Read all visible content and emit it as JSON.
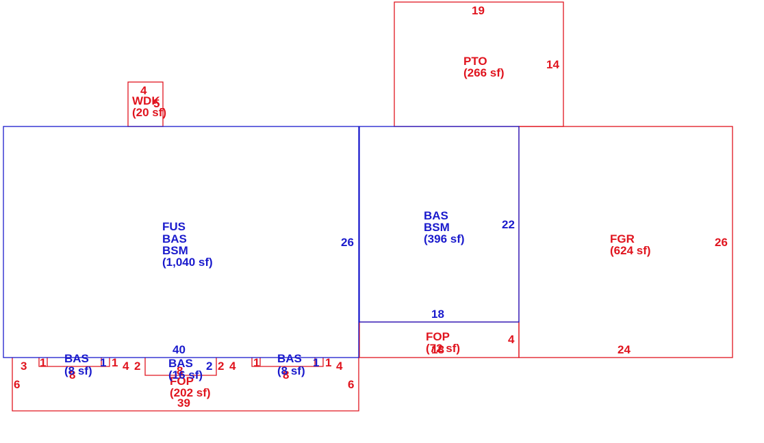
{
  "colors": {
    "exterior": "#e0141e",
    "living": "#1a1acc"
  },
  "areas": {
    "pto": {
      "code": "PTO",
      "sf": "(266 sf)"
    },
    "wdk": {
      "code": "WDK",
      "sf": "(20 sf)"
    },
    "main": {
      "codes": [
        "FUS",
        "BAS",
        "BSM"
      ],
      "sf": "(1,040 sf)"
    },
    "mid": {
      "codes": [
        "BAS",
        "BSM"
      ],
      "sf": "(396 sf)"
    },
    "fgr": {
      "code": "FGR",
      "sf": "(624 sf)"
    },
    "fop_mid": {
      "code": "FOP",
      "sf": "(72 sf)"
    },
    "fop_bottom": {
      "code": "FOP",
      "sf": "(202 sf)"
    },
    "bas_left": {
      "code": "BAS",
      "sf": "(8 sf)"
    },
    "bas_center": {
      "code": "BAS",
      "sf": "(16 sf)"
    },
    "bas_right": {
      "code": "BAS",
      "sf": "(8 sf)"
    }
  },
  "dimensions": {
    "pto_top": "19",
    "pto_right": "14",
    "wdk_top": "4",
    "wdk_side": "5",
    "main_right": "26",
    "main_bottom": "40",
    "mid_right": "22",
    "mid_bottom": "18",
    "fop_mid_right": "4",
    "fop_mid_bottom": "18",
    "fgr_right": "26",
    "fgr_bottom": "24",
    "fop_left": "6",
    "fop_right": "6",
    "fop_bottom": "39",
    "step_3": "3",
    "bl_1a": "1",
    "bl_1b": "1",
    "bl_1c": "1",
    "bl_8": "8",
    "bl_4": "4",
    "bc_2a": "2",
    "bc_2b": "2",
    "bc_2c": "2",
    "bc_8": "8",
    "bc_4": "4",
    "br_1a": "1",
    "br_1b": "1",
    "br_1c": "1",
    "br_8": "8",
    "br_4": "4"
  }
}
